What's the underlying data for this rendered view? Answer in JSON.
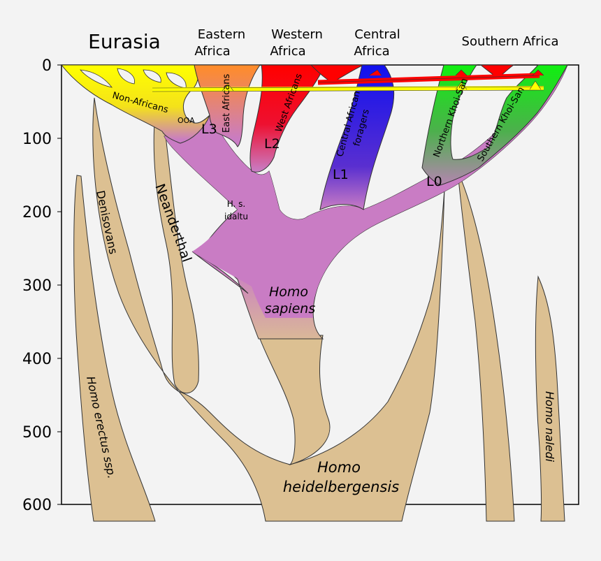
{
  "colors": {
    "background": "#f3f3f3",
    "archaic": "#dcc092",
    "archaic_outline": "#333333",
    "sapiens": "#c97cc4",
    "eurasia": "#ffff00",
    "east_africa": "#ff8c2a",
    "west_africa": "#ff0000",
    "central_africa": "#1111ee",
    "southern_africa": "#11ee11",
    "links": "#ffff00"
  },
  "regions": {
    "eurasia": "Eurasia",
    "eastern_line1": "Eastern",
    "eastern_line2": "Africa",
    "western_line1": "Western",
    "western_line2": "Africa",
    "central_line1": "Central",
    "central_line2": "Africa",
    "southern": "Southern Africa"
  },
  "axis": {
    "ticks": [
      "0",
      "100",
      "200",
      "300",
      "400",
      "500",
      "600"
    ]
  },
  "lineages": {
    "non_africans": "Non-Africans",
    "ooa": "OOA",
    "l3": "L3",
    "east_africans": "East Africans",
    "west_africans": "West Africans",
    "l2": "L2",
    "central_foragers_line1": "Central African",
    "central_foragers_line2": "foragers",
    "l1": "L1",
    "northern_khoisan": "Northern Khoi-San",
    "southern_khoisan": "Southern Khoi-San",
    "l0": "L0",
    "idaltu_line1": "H. s.",
    "idaltu_line2": "idaltu",
    "sapiens_line1": "Homo",
    "sapiens_line2": "sapiens",
    "neanderthal": "Neanderthal",
    "denisovans": "Denisovans",
    "erectus": "Homo erectus ssp.",
    "heidelbergensis_line1": "Homo",
    "heidelbergensis_line2": "heidelbergensis",
    "naledi": "Homo naledi"
  }
}
